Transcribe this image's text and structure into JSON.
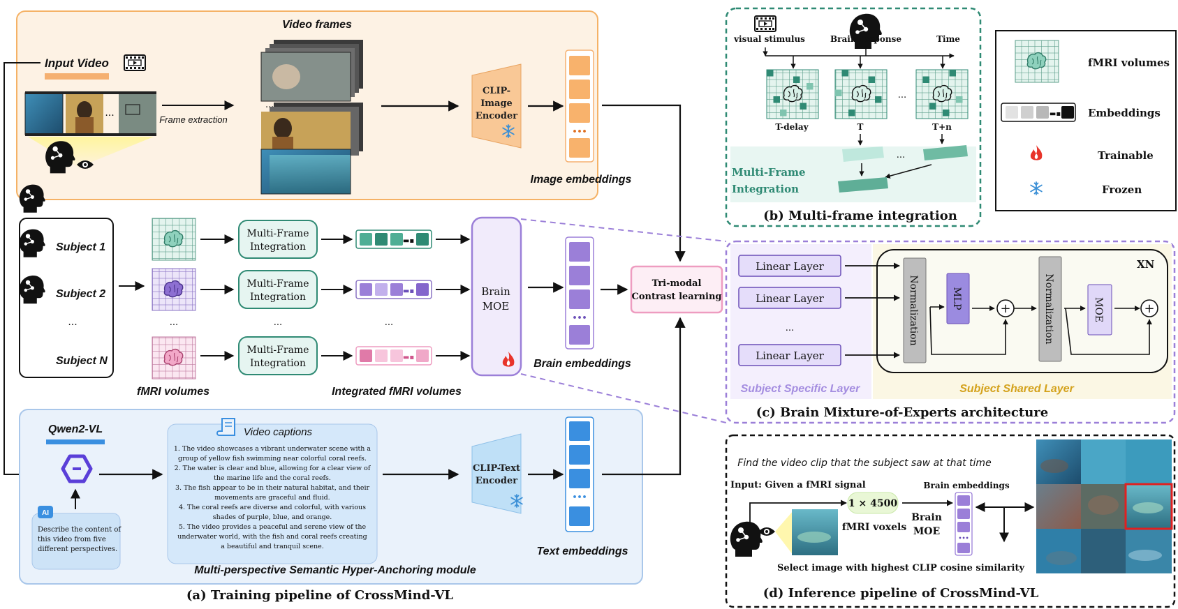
{
  "colors": {
    "orange_bg": "#fdf2e4",
    "orange_border": "#f5b266",
    "teal": "#2f8a74",
    "teal_bg": "#e6f5f1",
    "purple": "#9b7fd8",
    "purple_bg": "#f1ebfb",
    "blue_bg": "#eaf2fb",
    "blue_border": "#a9c7ea",
    "pink_border": "#ee9cc0",
    "red": "#e02020"
  },
  "training": {
    "video_frames_title": "Video frames",
    "input_video": "Input Video",
    "frame_extraction": "Frame extraction",
    "clip_image_encoder": [
      "CLIP-",
      "Image",
      "Encoder"
    ],
    "image_embeddings": "Image embeddings",
    "ellipsis": "...",
    "subjects": [
      "Subject 1",
      "Subject 2",
      "Subject N"
    ],
    "multi_frame_integration": [
      "Multi-Frame",
      "Integration"
    ],
    "brain_moe": [
      "Brain",
      "MOE"
    ],
    "brain_embeddings": "Brain embeddings",
    "fmri_volumes": "fMRI  volumes",
    "integrated_fmri_volumes": "Integrated fMRI volumes",
    "tri_modal": [
      "Tri-modal",
      "Contrast learning"
    ],
    "qwen": "Qwen2-VL",
    "video_captions": "Video captions",
    "captions": [
      "1. The video showcases a vibrant underwater scene with a",
      "group of yellow fish swimming near colorful coral reefs.",
      "2. The water is clear and blue, allowing for a clear view of",
      "the marine life and the coral reefs.",
      "3. The fish appear to be in their natural habitat, and their",
      "movements are graceful and fluid.",
      "4. The coral reefs are diverse and colorful, with various",
      "shades of purple, blue, and orange.",
      "5. The video provides a peaceful and serene view of the",
      "underwater world, with the fish and coral reefs creating",
      "a beautiful and tranquil scene."
    ],
    "prompt": [
      "Describe the content of",
      "this video from five",
      "different perspectives."
    ],
    "ai_badge": "AI",
    "clip_text_encoder": [
      "CLIP-Text",
      "Encoder"
    ],
    "text_embeddings": "Text embeddings",
    "msha_module": "Multi-perspective Semantic Hyper-Anchoring module",
    "caption_a": "(a) Training pipeline of CrossMind-VL"
  },
  "panel_b": {
    "visual_stimulus": "visual stimulus",
    "brain_response": "Brain response",
    "time": "Time",
    "t_delay": "T-delay",
    "t": "T",
    "t_plus_n": "T+n",
    "dots": "...",
    "label": [
      "Multi-Frame",
      "Integration"
    ],
    "caption": "(b) Multi-frame integration"
  },
  "legend": {
    "fmri_volumes": "fMRI  volumes",
    "embeddings": "Embeddings",
    "trainable": "Trainable",
    "frozen": "Frozen"
  },
  "panel_c": {
    "linear_layer": "Linear Layer",
    "dots": "...",
    "normalization": "Normalization",
    "mlp": "MLP",
    "moe": "MOE",
    "xn": "XN",
    "subject_specific": "Subject Specific Layer",
    "subject_shared": "Subject Shared Layer",
    "caption": "(c) Brain Mixture-of-Experts architecture"
  },
  "panel_d": {
    "task": "Find the video clip that the subject saw at that time",
    "input": "Input: Given a fMRI signal",
    "shape": "1 × 4500",
    "fmri_voxels": "fMRI voxels",
    "brain_embeddings": "Brain embeddings",
    "brain_moe": [
      "Brain",
      "MOE"
    ],
    "select": "Select image with highest CLIP cosine similarity",
    "caption": "(d) Inference pipeline of CrossMind-VL"
  }
}
